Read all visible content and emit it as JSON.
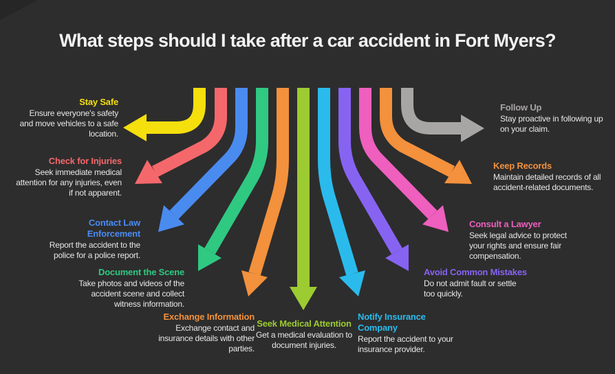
{
  "title": "What steps should I take after a car accident in Fort Myers?",
  "colors": {
    "background": "#2D2D2D",
    "title_text": "#F2F2F2",
    "description_text": "#E8E8E8",
    "corner_fold": "#262626"
  },
  "steps": [
    {
      "title": "Stay Safe",
      "description": "Ensure everyone's safety and move vehicles to a safe location.",
      "color": "#F5DF0D"
    },
    {
      "title": "Check for Injuries",
      "description": "Seek immediate medical attention for any injuries, even if not apparent.",
      "color": "#F4686B"
    },
    {
      "title": "Contact Law Enforcement",
      "description": "Report the accident to the police for a police report.",
      "color": "#4A8BF0"
    },
    {
      "title": "Document the Scene",
      "description": "Take photos and videos of the accident scene and collect witness information.",
      "color": "#2FC982"
    },
    {
      "title": "Exchange Information",
      "description": "Exchange contact and insurance details with other parties.",
      "color": "#F3913C"
    },
    {
      "title": "Seek Medical Attention",
      "description": "Get a medical evaluation to document injuries.",
      "color": "#9DCB32"
    },
    {
      "title": "Notify Insurance Company",
      "description": "Report the accident to your insurance provider.",
      "color": "#2ABBEC"
    },
    {
      "title": "Avoid Common Mistakes",
      "description": "Do not admit fault or settle too quickly.",
      "color": "#8763F2"
    },
    {
      "title": "Consult a Lawyer",
      "description": "Seek legal advice to protect your rights and ensure fair compensation.",
      "color": "#EE5FBE"
    },
    {
      "title": "Keep Records",
      "description": "Maintain detailed records of all accident-related documents.",
      "color": "#F3913C"
    },
    {
      "title": "Follow Up",
      "description": "Stay proactive in following up on your claim.",
      "color": "#A8A5A5"
    }
  ]
}
